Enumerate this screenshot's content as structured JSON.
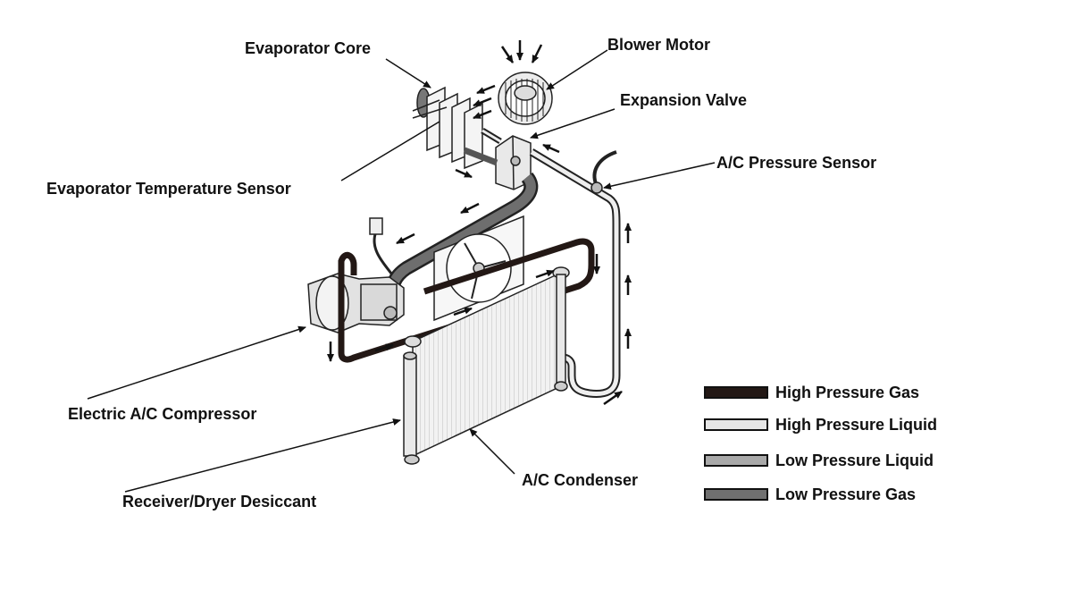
{
  "labels": {
    "evaporator_core": "Evaporator Core",
    "blower_motor": "Blower Motor",
    "expansion_valve": "Expansion Valve",
    "ac_pressure_sensor": "A/C Pressure Sensor",
    "evaporator_temp_sensor": "Evaporator Temperature Sensor",
    "electric_compressor": "Electric A/C Compressor",
    "receiver_dryer": "Receiver/Dryer Desiccant",
    "ac_condenser": "A/C Condenser"
  },
  "legend": [
    {
      "label": "High Pressure Gas",
      "color": "#231815"
    },
    {
      "label": "High Pressure Liquid",
      "color": "#e6e6e6"
    },
    {
      "label": "Low Pressure Liquid",
      "color": "#a9a9a9"
    },
    {
      "label": "Low Pressure Gas",
      "color": "#707070"
    }
  ]
}
